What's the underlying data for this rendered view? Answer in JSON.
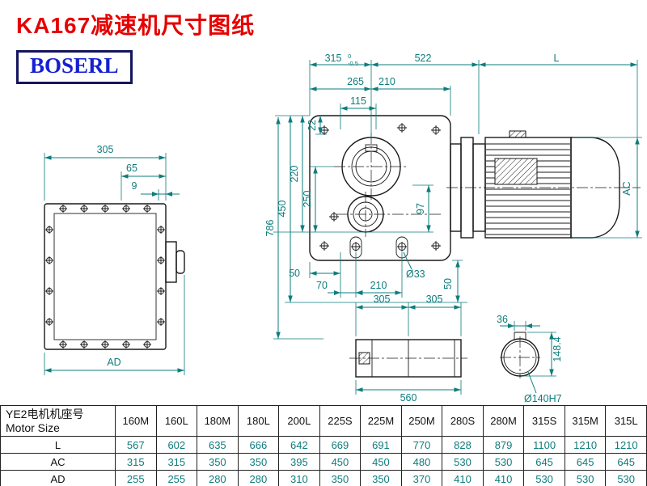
{
  "page": {
    "title": "KA167减速机尺寸图纸",
    "logo": "BOSERL"
  },
  "colors": {
    "dimension": "#0e7c7c",
    "title_red": "#e60000",
    "logo_blue": "#1520d0"
  },
  "dims": {
    "d315": "315",
    "d315_tol_top": "0",
    "d315_tol_bot": "-0.5",
    "d522": "522",
    "dL": "L",
    "d265": "265",
    "d210_top": "210",
    "d115": "115",
    "d22": "22",
    "d220": "220",
    "d250": "250",
    "d450": "450",
    "d786": "786",
    "d97": "97",
    "b50_left": "50",
    "b70": "70",
    "b210": "210",
    "dia33": "Ø33",
    "b50_right": "50",
    "ac": "AC",
    "sv305": "305",
    "sv65": "65",
    "sv9": "9",
    "ad": "AD",
    "s305a": "305",
    "s305b": "305",
    "s560": "560",
    "c36": "36",
    "c1484": "148.4",
    "c140": "Ø140H7"
  },
  "table": {
    "header_cn": "YE2电机机座号",
    "header_en": "Motor Size",
    "columns": [
      "160M",
      "160L",
      "180M",
      "180L",
      "200L",
      "225S",
      "225M",
      "250M",
      "280S",
      "280M",
      "315S",
      "315M",
      "315L"
    ],
    "rows": [
      {
        "label": "L",
        "values": [
          "567",
          "602",
          "635",
          "666",
          "642",
          "669",
          "691",
          "770",
          "828",
          "879",
          "1100",
          "1210",
          "1210"
        ]
      },
      {
        "label": "AC",
        "values": [
          "315",
          "315",
          "350",
          "350",
          "395",
          "450",
          "450",
          "480",
          "530",
          "530",
          "645",
          "645",
          "645"
        ]
      },
      {
        "label": "AD",
        "values": [
          "255",
          "255",
          "280",
          "280",
          "310",
          "350",
          "350",
          "370",
          "410",
          "410",
          "530",
          "530",
          "530"
        ]
      }
    ]
  }
}
